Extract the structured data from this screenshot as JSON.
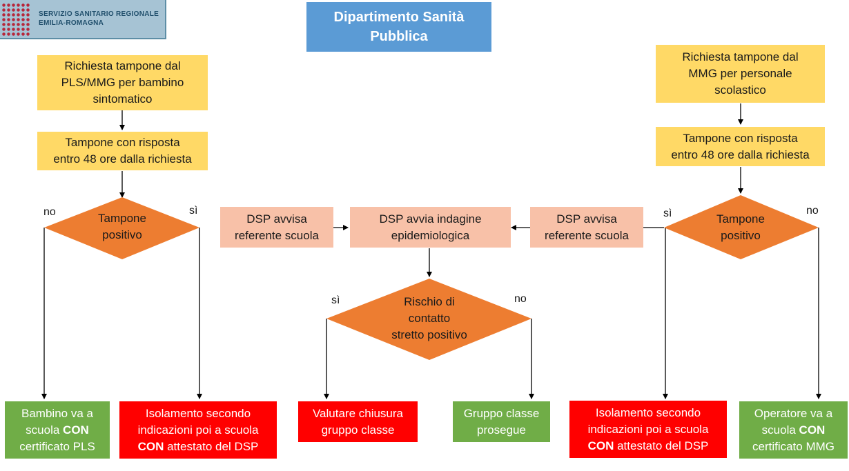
{
  "logo": {
    "line1": "SERVIZIO SANITARIO REGIONALE",
    "line2": "EMILIA-ROMAGNA"
  },
  "header": {
    "title_l1": "Dipartimento Sanità",
    "title_l2": "Pubblica"
  },
  "left": {
    "request": [
      "Richiesta tampone dal",
      "PLS/MMG per bambino",
      "sintomatico"
    ],
    "swab": [
      "Tampone con risposta",
      "entro 48 ore dalla richiesta"
    ],
    "decision": [
      "Tampone",
      "positivo"
    ],
    "yes": "sì",
    "no": "no",
    "notify": [
      "DSP avvisa",
      "referente scuola"
    ],
    "out_neg": {
      "l1": "Bambino va a",
      "l2a": "scuola ",
      "l2b": "CON",
      "l3": "certificato PLS"
    },
    "out_pos": {
      "l1": "Isolamento secondo",
      "l2": "indicazioni poi a scuola",
      "l3a": "CON",
      "l3b": " attestato del DSP"
    }
  },
  "center": {
    "investigation": [
      "DSP avvia indagine",
      "epidemiologica"
    ],
    "decision": [
      "Rischio di",
      "contatto",
      "stretto positivo"
    ],
    "yes": "sì",
    "no": "no",
    "out_yes": [
      "Valutare chiusura",
      "gruppo classe"
    ],
    "out_no": [
      "Gruppo classe",
      "prosegue"
    ]
  },
  "right": {
    "request": [
      "Richiesta tampone dal",
      "MMG per personale",
      "scolastico"
    ],
    "swab": [
      "Tampone con risposta",
      "entro 48 ore dalla richiesta"
    ],
    "decision": [
      "Tampone",
      "positivo"
    ],
    "yes": "sì",
    "no": "no",
    "notify": [
      "DSP avvisa",
      "referente scuola"
    ],
    "out_pos": {
      "l1": "Isolamento secondo",
      "l2": "indicazioni poi a scuola",
      "l3a": "CON",
      "l3b": " attestato del DSP"
    },
    "out_neg": {
      "l1": "Operatore va a",
      "l2a": "scuola ",
      "l2b": "CON",
      "l3": "certificato MMG"
    }
  },
  "colors": {
    "yellow": "#ffd966",
    "salmon": "#f8c1a8",
    "orange": "#ed7d31",
    "green": "#70ad47",
    "red": "#ff0000",
    "blue": "#5b9bd5"
  }
}
